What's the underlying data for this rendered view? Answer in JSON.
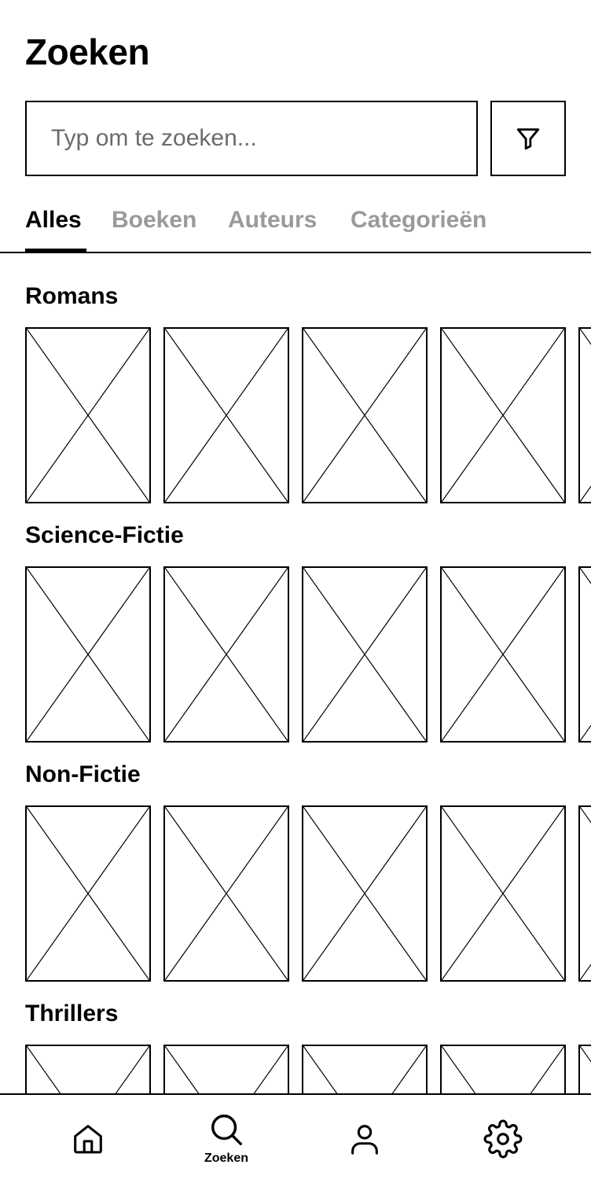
{
  "header": {
    "title": "Zoeken"
  },
  "search": {
    "placeholder": "Typ om te zoeken...",
    "value": "",
    "filter_icon": "filter-icon"
  },
  "tabs": [
    {
      "label": "Alles",
      "active": true
    },
    {
      "label": "Boeken",
      "active": false
    },
    {
      "label": "Auteurs",
      "active": false
    },
    {
      "label": "Categorieën",
      "active": false
    }
  ],
  "sections": [
    {
      "title": "Romans",
      "items": 5
    },
    {
      "title": "Science-Fictie",
      "items": 5
    },
    {
      "title": "Non-Fictie",
      "items": 5
    },
    {
      "title": "Thrillers",
      "items": 5
    }
  ],
  "bottom_nav": [
    {
      "icon": "home-icon",
      "label": "",
      "active": false
    },
    {
      "icon": "search-icon",
      "label": "Zoeken",
      "active": true
    },
    {
      "icon": "user-icon",
      "label": "",
      "active": false
    },
    {
      "icon": "gear-icon",
      "label": "",
      "active": false
    }
  ],
  "colors": {
    "text": "#000000",
    "inactive_tab": "#9a9a9a",
    "placeholder": "#6b6b6b",
    "background": "#ffffff"
  }
}
